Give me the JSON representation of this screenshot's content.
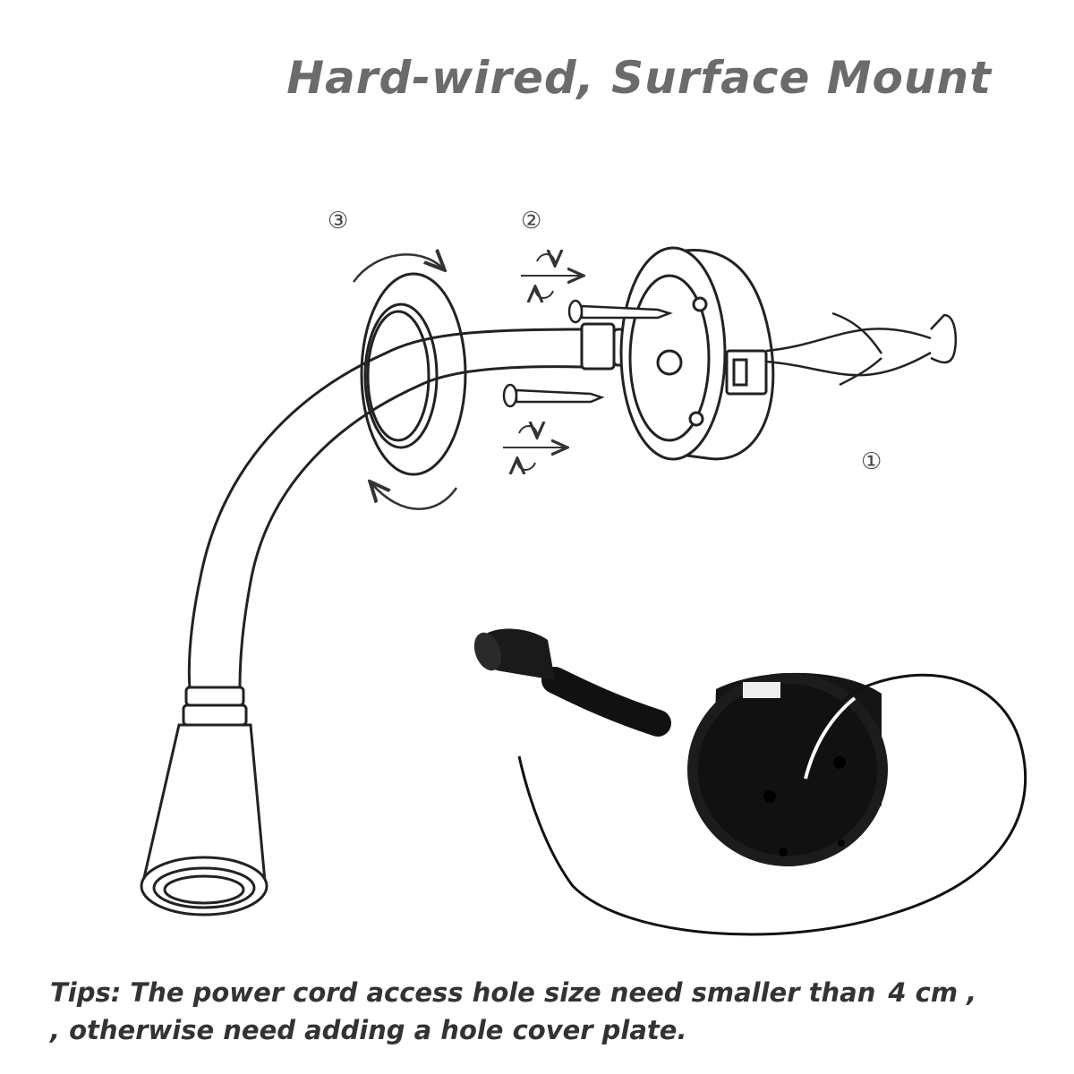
{
  "title": "Hard-wired, Surface Mount",
  "steps": [
    "①",
    "②",
    "③"
  ],
  "tips": {
    "line1": "Tips: The power cord access hole size need smaller than",
    "size": "4 cm ,",
    "line2": ", otherwise need adding a hole cover plate."
  },
  "icons": [
    "rotation-arrow-icon",
    "screw-icon",
    "insert-arrow-icon"
  ]
}
